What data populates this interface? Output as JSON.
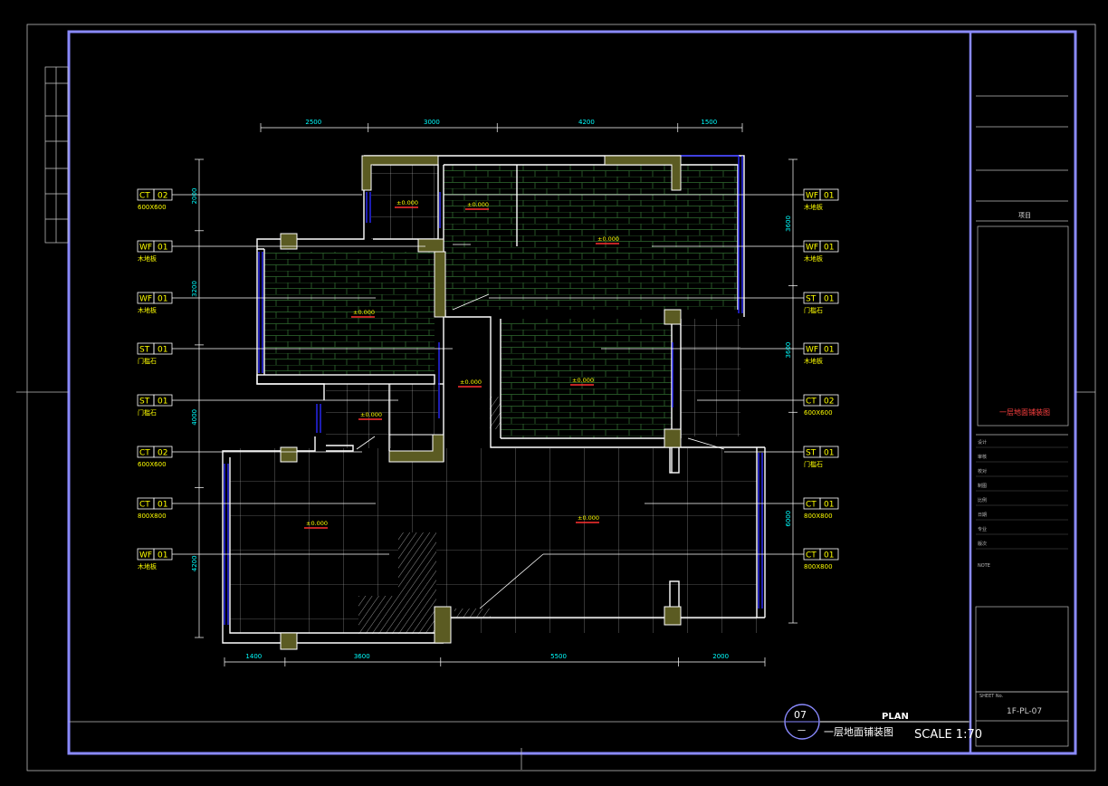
{
  "drawing": {
    "sheet_number": "1F-PL-07",
    "drawing_no": "07",
    "drawing_sub": "一",
    "plan_label": "PLAN",
    "title_cn": "一层地面铺装图",
    "scale": "SCALE 1:70"
  },
  "dimensions": {
    "top": [
      "2500",
      "3000",
      "4200",
      "1500"
    ],
    "bottom": [
      "1400",
      "3600",
      "5500",
      "2000"
    ],
    "left": [
      "2000",
      "3200",
      "4000",
      "4200"
    ],
    "right": [
      "3600",
      "3600",
      "6000"
    ]
  },
  "left_tags": [
    {
      "code": "CT",
      "num": "02",
      "desc": "600X600"
    },
    {
      "code": "WF",
      "num": "01",
      "desc": "木地板"
    },
    {
      "code": "WF",
      "num": "01",
      "desc": "木地板"
    },
    {
      "code": "ST",
      "num": "01",
      "desc": "门槛石"
    },
    {
      "code": "ST",
      "num": "01",
      "desc": "门槛石"
    },
    {
      "code": "CT",
      "num": "02",
      "desc": "600X600"
    },
    {
      "code": "CT",
      "num": "01",
      "desc": "800X800"
    },
    {
      "code": "WF",
      "num": "01",
      "desc": "木地板"
    }
  ],
  "right_tags": [
    {
      "code": "WF",
      "num": "01",
      "desc": "木地板"
    },
    {
      "code": "WF",
      "num": "01",
      "desc": "木地板"
    },
    {
      "code": "ST",
      "num": "01",
      "desc": "门槛石"
    },
    {
      "code": "WF",
      "num": "01",
      "desc": "木地板"
    },
    {
      "code": "CT",
      "num": "02",
      "desc": "600X600"
    },
    {
      "code": "ST",
      "num": "01",
      "desc": "门槛石"
    },
    {
      "code": "CT",
      "num": "01",
      "desc": "800X800"
    },
    {
      "code": "CT",
      "num": "01",
      "desc": "800X800"
    }
  ],
  "levels": [
    "±0.000",
    "±0.000",
    "±0.000",
    "±0.000",
    "±0.000",
    "±0.000",
    "±0.000",
    "±0.000",
    "±0.000"
  ],
  "title_block": {
    "drawing_title_cn": "一层地面铺装图",
    "project_label": "项目",
    "small_rows": [
      "设计",
      "审核",
      "校对",
      "制图",
      "比例",
      "日期",
      "专业",
      "版次"
    ],
    "sheet_label": "SHEET No.",
    "note_label": "NOTE"
  },
  "colors": {
    "frame": "#8a8aff",
    "wall": "#ffffff",
    "column": "#5b5b22",
    "dim": "#00ffff",
    "tag_text": "#ffff00",
    "level": "#ff3030",
    "floor_line": "#3a7a3a"
  }
}
